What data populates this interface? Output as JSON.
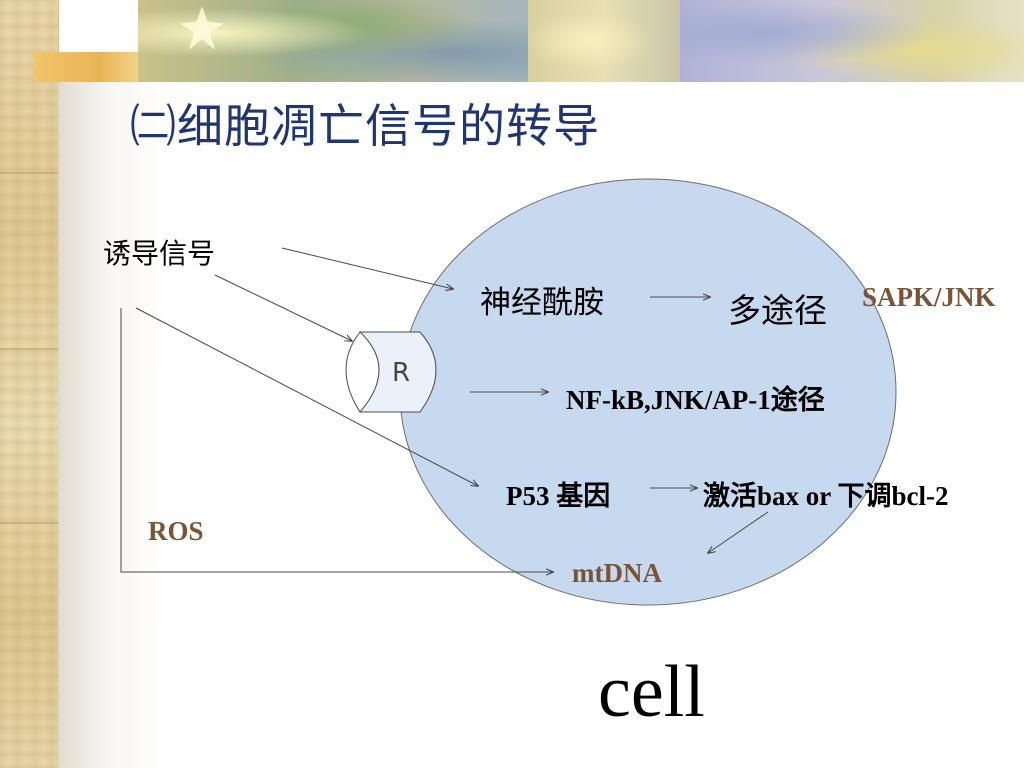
{
  "title": "㈡细胞凋亡信号的转导",
  "colors": {
    "title": "#1f3673",
    "cell_fill": "#c6d9ee",
    "brown_text": "#7a5436"
  },
  "nodes": {
    "induce_signal": "诱导信号",
    "ceramide": "神经酰胺",
    "multi_pathway": "多途径",
    "sapk_jnk": "SAPK/JNK",
    "receptor": "R",
    "nfkb_pathway": "NF-kB,JNK/AP-1途径",
    "p53": "P53 基因",
    "bax_bcl2": "激活bax or 下调bcl-2",
    "ros": "ROS",
    "mtdna": "mtDNA",
    "cell": "cell"
  }
}
